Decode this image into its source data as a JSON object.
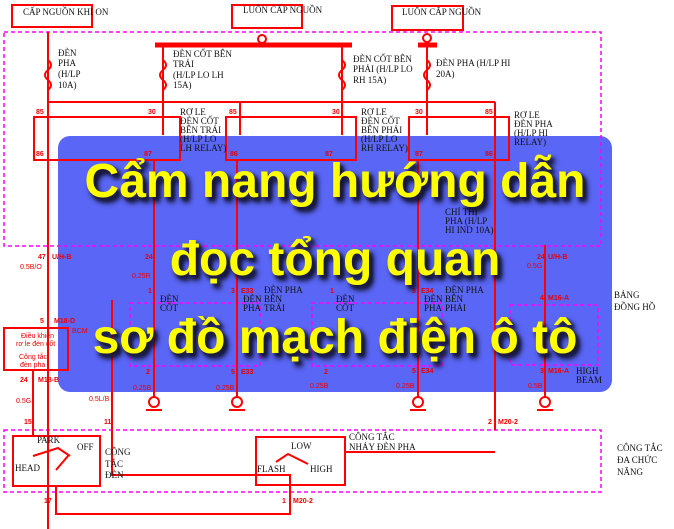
{
  "diagram": {
    "sources": {
      "ignition_on": "CẤP NGUỒN KHI ON",
      "always_on_1": "LUÔN CẤP NGUỒN",
      "always_on_2": "LUÔN CẤP NGUỒN"
    },
    "fuses": {
      "high_beam_10a": [
        "ĐÈN",
        "PHA",
        "(H/LP",
        "10A)"
      ],
      "low_left": [
        "ĐÈN CỐT BÊN",
        "TRÁI",
        "(H/LP LO LH",
        "15A)"
      ],
      "low_right": [
        "ĐÈN CỐT BÊN",
        "PHẢI (H/LP LO",
        "RH 15A)"
      ],
      "high_20a": [
        "ĐÈN PHA (H/LP HI",
        "20A)"
      ],
      "indicator": [
        "CHỈ THỊ",
        "PHA (H/LP",
        "HI IND 10A)"
      ]
    },
    "relays": {
      "low_left": [
        "RƠ LE",
        "ĐÈN CỐT",
        "BÊN TRÁI",
        "(H/LP LO",
        "LH RELAY)"
      ],
      "low_right": [
        "RƠ LE",
        "ĐÈN CỐT",
        "BÊN PHẢI",
        "(H/LP LO",
        "RH RELAY)"
      ],
      "high": [
        "RƠ LE",
        "ĐÈN PHA",
        "(H/LP HI",
        "RELAY)"
      ]
    },
    "pins": {
      "p85a": "85",
      "p30a": "30",
      "p86a": "86",
      "p87a": "87",
      "p85b": "85",
      "p30b": "30",
      "p86b": "86",
      "p87b": "87",
      "p30c": "30",
      "p85c": "85",
      "p87c": "87",
      "p86c": "86",
      "p47": "47",
      "uh_b_1": "U/H-B",
      "wire_05bo": "0.5B/O",
      "p24": "24",
      "wire_025r": "0.25R",
      "p24b": "24",
      "uh_b_2": "U/H-B",
      "wire_05g_top": "0.5G",
      "p1a": "1",
      "p3a": "3",
      "e33_top": "E33",
      "p1b": "1",
      "p3b": "3",
      "e34_top": "E34",
      "p4": "4",
      "m16a_top": "M16-A",
      "p2a": "2",
      "p5a": "5",
      "e33_bot": "E33",
      "p2b": "2",
      "p5b": "5",
      "e34_bot": "E34",
      "p3c": "3",
      "m16a_bot": "M16-A",
      "wire_025b_1": "0.25B",
      "wire_025b_2": "0.25B",
      "wire_025b_3": "0.25B",
      "wire_025b_4": "0.25B",
      "wire_05b": "0.5B",
      "p5": "5",
      "m18d": "M18-D",
      "bcm": "BCM",
      "p24c": "24",
      "m18b": "M18-B",
      "wire_05g": "0.5G",
      "wire_05lb": "0.5L/B",
      "p15": "15",
      "p11": "11",
      "p17": "17",
      "p1c": "1",
      "m20_2a": "M20-2",
      "p2c": "2",
      "m20_2b": "M20-2"
    },
    "bcm_box": [
      "Điều khiển",
      "rơ le đèn cốt",
      "Công tắc",
      "đèn pha"
    ],
    "lamps": {
      "low_left": [
        "ĐÈN",
        "CỐT"
      ],
      "high_left": [
        "ĐÈN",
        "PHA"
      ],
      "high_left_group": [
        "ĐÈN PHA",
        "BÊN",
        "TRÁI"
      ],
      "low_right": [
        "ĐÈN",
        "CỐT"
      ],
      "high_right": [
        "ĐÈN",
        "PHA"
      ],
      "high_right_group": [
        "ĐÈN PHA",
        "BÊN",
        "PHẢI"
      ],
      "indicator": [
        "HIGH",
        "BEAM"
      ]
    },
    "cluster": [
      "BẢNG",
      "ĐỒNG HỒ"
    ],
    "light_switch": {
      "park": "PARK",
      "off": "OFF",
      "head": "HEAD",
      "label": [
        "CÔNG",
        "TẮC",
        "ĐÈN"
      ]
    },
    "dimmer_switch": {
      "low": "LOW",
      "flash": "FLASH",
      "high": "HIGH",
      "label": [
        "CÔNG TẮC",
        "NHÁY ĐÈN PHA"
      ]
    },
    "multi_switch": [
      "CÔNG TẮC",
      "ĐA CHỨC",
      "NĂNG"
    ],
    "colors": {
      "wire": "#ff0000",
      "module_border": "#ff00ff",
      "overlay": "#4a58fa",
      "title": "#ffff00"
    }
  },
  "title": {
    "line1": "Cẩm nang hướng dẫn",
    "line2": "đọc tổng quan",
    "line3": "sơ đồ mạch điện ô tô"
  }
}
